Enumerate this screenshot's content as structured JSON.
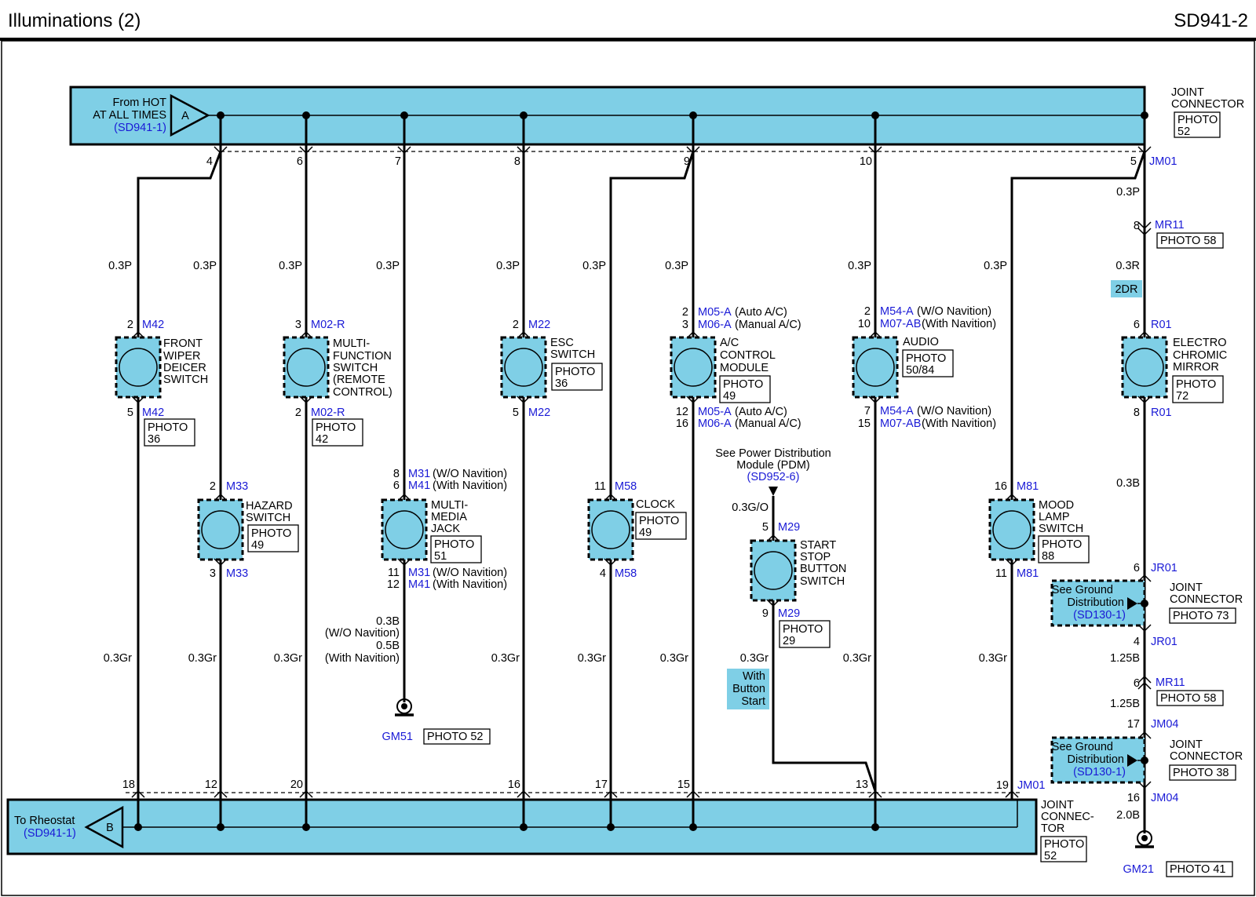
{
  "header": {
    "title": "Illuminations (2)",
    "code": "SD941-2"
  },
  "top_bus": {
    "source_label": [
      "From HOT",
      "AT ALL TIMES"
    ],
    "source_ref": "(SD941-1)",
    "source_letter": "A",
    "connector_label": [
      "JOINT",
      "CONNECTOR"
    ],
    "photo": [
      "PHOTO",
      "52"
    ],
    "pin_right": "5",
    "connector_code": "JM01"
  },
  "bottom_bus": {
    "dest_label": "To Rheostat",
    "dest_ref": "(SD941-1)",
    "dest_letter": "B",
    "connector_label": [
      "JOINT",
      "CONNEC-",
      "TOR"
    ],
    "photo": [
      "PHOTO",
      "52"
    ],
    "connector_code": "JM01"
  },
  "branches": [
    {
      "top_pin": "4",
      "bottom_pin": "18",
      "top_wire": "0.3P",
      "bottom_wire": "0.3Gr",
      "pin_in": "2",
      "conn_in": "M42",
      "pin_out": "5",
      "conn_out": "M42",
      "name": [
        "FRONT",
        "WIPER",
        "DEICER",
        "SWITCH"
      ],
      "photo": [
        "PHOTO",
        "36"
      ]
    },
    {
      "top_pin": "",
      "bottom_pin": "12",
      "top_wire": "0.3P",
      "bottom_wire": "0.3Gr",
      "pin_in": "2",
      "conn_in": "M33",
      "pin_out": "3",
      "conn_out": "M33",
      "name": [
        "HAZARD",
        "SWITCH"
      ],
      "photo": [
        "PHOTO",
        "49"
      ]
    },
    {
      "top_pin": "6",
      "bottom_pin": "20",
      "top_wire": "0.3P",
      "bottom_wire": "0.3Gr",
      "pin_in": "3",
      "conn_in": "M02-R",
      "pin_out": "2",
      "conn_out": "M02-R",
      "name": [
        "MULTI-",
        "FUNCTION",
        "SWITCH",
        "(REMOTE",
        "CONTROL)"
      ],
      "photo": [
        "PHOTO",
        "42"
      ]
    },
    {
      "top_pin": "7",
      "bottom_pin": "",
      "top_wire": "0.3P",
      "bottom_wire": "",
      "pins_in": [
        [
          "8",
          "M31",
          "(W/O Navition)"
        ],
        [
          "6",
          "M41",
          "(With Navition)"
        ]
      ],
      "pins_out": [
        [
          "11",
          "M31",
          "(W/O Navition)"
        ],
        [
          "12",
          "M41",
          "(With Navition)"
        ]
      ],
      "name": [
        "MULTI-",
        "MEDIA",
        "JACK"
      ],
      "photo": [
        "PHOTO",
        "51"
      ],
      "ground_wire": [
        "0.3B",
        "(W/O Navition)",
        "0.5B",
        "(With Navition)"
      ],
      "ground": "GM51",
      "ground_photo": "PHOTO 52"
    },
    {
      "top_pin": "8",
      "bottom_pin": "16",
      "top_wire": "0.3P",
      "bottom_wire": "0.3Gr",
      "pin_in": "2",
      "conn_in": "M22",
      "pin_out": "5",
      "conn_out": "M22",
      "name": [
        "ESC",
        "SWITCH"
      ],
      "photo": [
        "PHOTO",
        "36"
      ]
    },
    {
      "top_pin": "",
      "bottom_pin": "17",
      "top_wire": "0.3P",
      "bottom_wire": "0.3Gr",
      "pin_in": "11",
      "conn_in": "M58",
      "pin_out": "4",
      "conn_out": "M58",
      "name": [
        "CLOCK"
      ],
      "photo": [
        "PHOTO",
        "49"
      ]
    },
    {
      "top_pin": "9",
      "bottom_pin": "15",
      "top_wire": "0.3P",
      "bottom_wire": "0.3Gr",
      "pins_in": [
        [
          "2",
          "M05-A",
          "(Auto A/C)"
        ],
        [
          "3",
          "M06-A",
          "(Manual A/C)"
        ]
      ],
      "pins_out": [
        [
          "12",
          "M05-A",
          "(Auto A/C)"
        ],
        [
          "16",
          "M06-A",
          "(Manual A/C)"
        ]
      ],
      "name": [
        "A/C",
        "CONTROL",
        "MODULE"
      ],
      "photo": [
        "PHOTO",
        "49"
      ]
    },
    {
      "top_pin": "10",
      "bottom_pin": "13",
      "top_wire": "0.3P",
      "bottom_wire": "0.3Gr",
      "pins_in": [
        [
          "2",
          "M54-A",
          "(W/O Navition)"
        ],
        [
          "10",
          "M07-AB",
          "(With Navition)"
        ]
      ],
      "pins_out": [
        [
          "7",
          "M54-A",
          "(W/O Navition)"
        ],
        [
          "15",
          "M07-AB",
          "(With Navition)"
        ]
      ],
      "name": [
        "AUDIO"
      ],
      "photo": [
        "PHOTO",
        "50/84"
      ]
    },
    {
      "top_pin": "",
      "bottom_pin": "19",
      "top_wire": "0.3P",
      "bottom_wire": "0.3Gr",
      "pin_in": "16",
      "conn_in": "M81",
      "pin_out": "11",
      "conn_out": "M81",
      "name": [
        "MOOD",
        "LAMP",
        "SWITCH"
      ],
      "photo": [
        "PHOTO",
        "88"
      ]
    }
  ],
  "start_stop": {
    "pdm_label": [
      "See Power Distribution",
      "Module (PDM)"
    ],
    "pdm_ref": "(SD952-6)",
    "in_wire": "0.3G/O",
    "pin_in": "5",
    "conn_in": "M29",
    "pin_out": "9",
    "conn_out": "M29",
    "name": [
      "START",
      "STOP",
      "BUTTON",
      "SWITCH"
    ],
    "photo": [
      "PHOTO",
      "29"
    ],
    "out_wire": "0.3Gr",
    "option": [
      "With",
      "Button",
      "Start"
    ]
  },
  "mirror_branch": {
    "w1": "0.3P",
    "mr11_pin": "8",
    "mr11": "MR11",
    "mr11_photo": "PHOTO 58",
    "w2": "0.3R",
    "option": "2DR",
    "pin_in": "6",
    "conn_in": "R01",
    "pin_out": "8",
    "conn_out": "R01",
    "name": [
      "ELECTRO",
      "CHROMIC",
      "MIRROR"
    ],
    "photo": [
      "PHOTO",
      "72"
    ],
    "w3": "0.3B",
    "jr01_in": "6",
    "jr01": "JR01",
    "ground_dist_1": [
      "See Ground",
      "Distribution"
    ],
    "ground_dist_1_ref": "(SD130-1)",
    "jc1_label": [
      "JOINT",
      "CONNECTOR"
    ],
    "jc1_photo": "PHOTO 73",
    "jr01_out": "4",
    "w4": "1.25B",
    "mr11_pin_2": "6",
    "w5": "1.25B",
    "jm04_in": "17",
    "jm04": "JM04",
    "ground_dist_2": [
      "See Ground",
      "Distribution"
    ],
    "ground_dist_2_ref": "(SD130-1)",
    "jc2_label": [
      "JOINT",
      "CONNECTOR"
    ],
    "jc2_photo": "PHOTO 38",
    "jm04_out": "16",
    "w6": "2.0B",
    "ground": "GM21",
    "ground_photo": "PHOTO 41"
  }
}
